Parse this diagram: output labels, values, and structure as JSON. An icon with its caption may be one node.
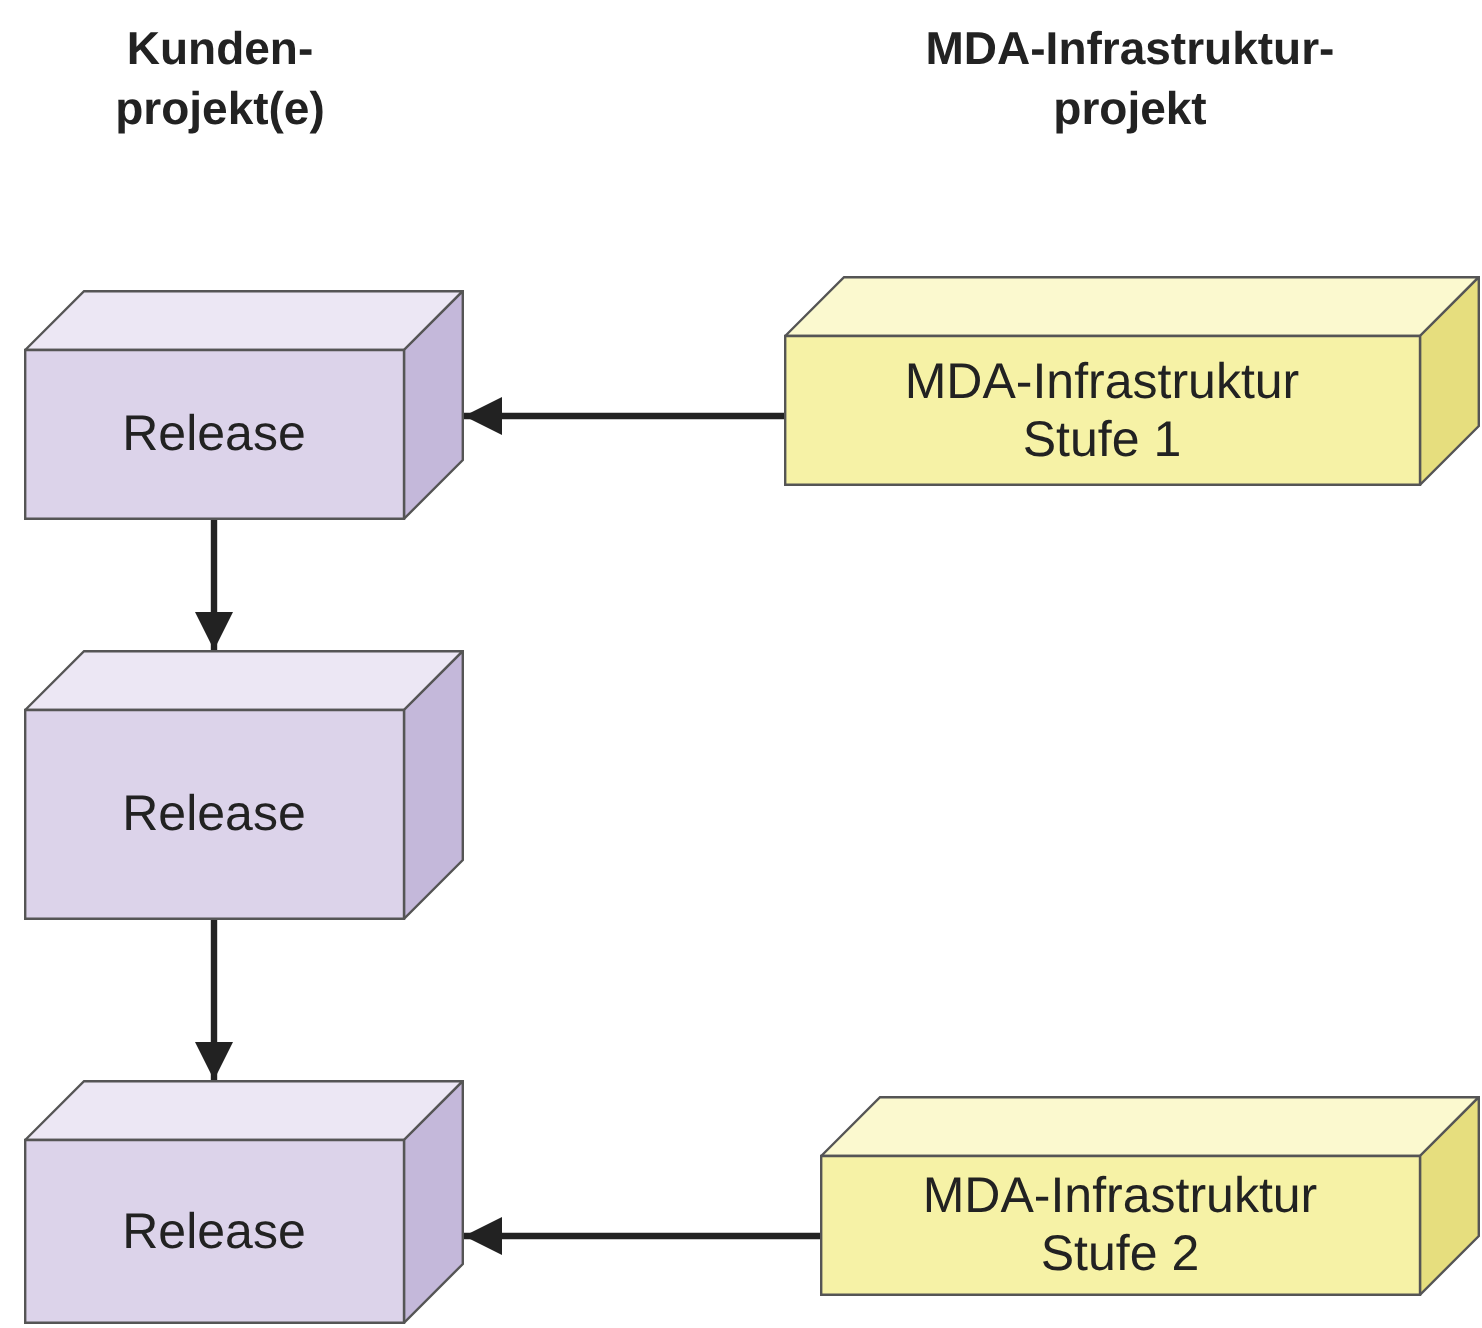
{
  "diagram": {
    "nodes": [
      {
        "text": [
          "Release"
        ]
      },
      {
        "text": [
          "MDA-Infrastruktur Stufe 1"
        ]
      },
      {
        "text": [
          "Release"
        ]
      },
      {
        "text": [
          "Release"
        ]
      },
      {
        "text": [
          "MDA-Infrastruktur Stufe 2"
        ]
      }
    ],
    "edges": [
      {
        "from": 1,
        "to": 0,
        "arrow": "to"
      },
      {
        "from": 0,
        "to": 2,
        "arrow": "to"
      },
      {
        "from": 2,
        "to": 3,
        "arrow": "to"
      },
      {
        "from": 4,
        "to": 3,
        "arrow": "to"
      }
    ],
    "labels": [
      "Kunden- projekt(e)",
      "MDA-Infrastruktur- projekt"
    ]
  }
}
